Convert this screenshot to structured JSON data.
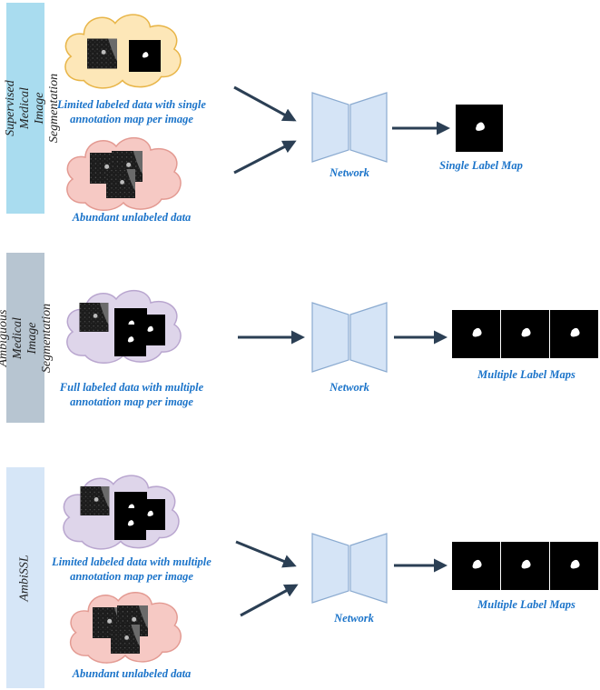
{
  "panels": [
    {
      "title": "Semi-Supervised Medical Image\nSegmentation",
      "sidebar_color": "#a9dcef",
      "top_cloud_caption": "Limited labeled data with single\nannotation map per image",
      "bottom_cloud_caption": "Abundant unlabeled data",
      "network_label": "Network",
      "output_label": "Single Label Map"
    },
    {
      "title": "Ambiguous Medical Image\nSegmentation",
      "sidebar_color": "#b7c5d1",
      "cloud_caption": "Full labeled data with multiple\nannotation map per image",
      "network_label": "Network",
      "output_label": "Multiple Label Maps"
    },
    {
      "title": "AmbiSSL",
      "sidebar_color": "#d6e6f7",
      "top_cloud_caption": "Limited labeled data with multiple\nannotation map per image",
      "bottom_cloud_caption": "Abundant unlabeled data",
      "network_label": "Network",
      "output_label": "Multiple Label Maps"
    }
  ],
  "colors": {
    "caption": "#1a73c9",
    "arrow": "#2b3f54",
    "network_fill": "#d5e4f6",
    "network_stroke": "#8aaad0",
    "cloud_orange_fill": "#fde7b8",
    "cloud_orange_stroke": "#e8b548",
    "cloud_red_fill": "#f6c9c4",
    "cloud_red_stroke": "#e39a92",
    "cloud_purple_fill": "#ded5ea",
    "cloud_purple_stroke": "#b9a6cf"
  }
}
